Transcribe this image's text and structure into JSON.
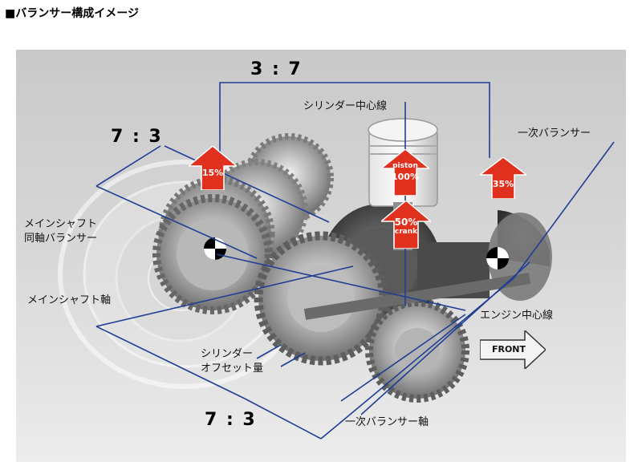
{
  "title": "■バランサー構成イメージ",
  "labels": {
    "cylinder_center": "シリンダー中心線",
    "primary_balancer": "一次バランサー",
    "mainshaft_balancer_line1": "メインシャフト",
    "mainshaft_balancer_line2": "同軸バランサー",
    "mainshaft": "メインシャフト軸",
    "engine_center": "エンジン中心線",
    "cylinder_offset_line1": "シリンダー",
    "cylinder_offset_line2": "オフセット量",
    "primary_balancer_shaft": "一次バランサー軸",
    "front": "FRONT"
  },
  "ratios": {
    "top": "3 : 7",
    "left": "7 : 3",
    "bottom": "7 : 3"
  },
  "arrows": {
    "mainshaft_balancer": "15%",
    "piston_label": "piston",
    "piston_value": "100%",
    "crank_value": "50%",
    "crank_label": "crank",
    "primary_balancer": "35%"
  },
  "colors": {
    "arrow_red": "#e0301e",
    "dimension_blue": "#1f3f95",
    "background_gray": "#d0d0d0"
  }
}
